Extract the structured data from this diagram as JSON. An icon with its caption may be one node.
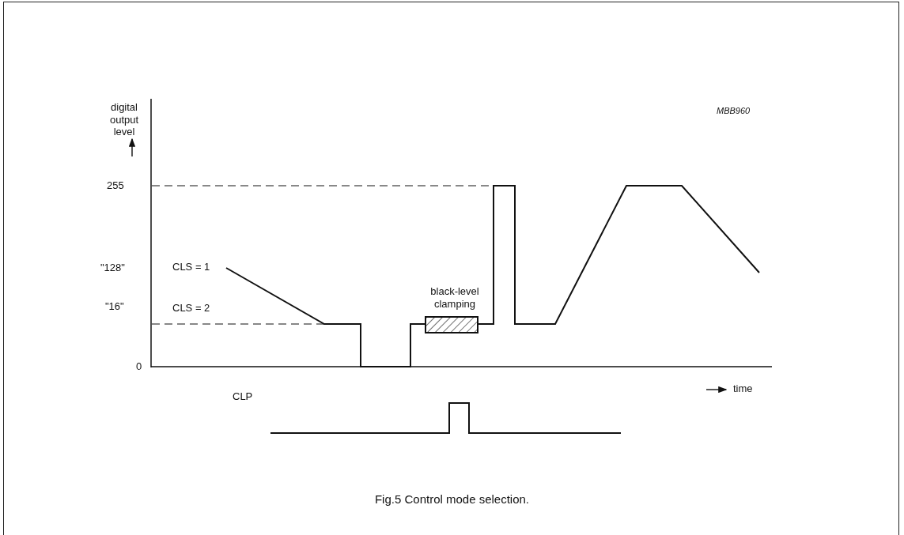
{
  "diagram": {
    "caption": "Fig.5  Control mode selection.",
    "labels": [
      "digital output level",
      "MBB960",
      "255",
      "\"128\"",
      "CLS = 1",
      "\"16\"",
      "CLS = 2",
      "black-level clamping",
      "0",
      "time",
      "CLP"
    ]
  }
}
